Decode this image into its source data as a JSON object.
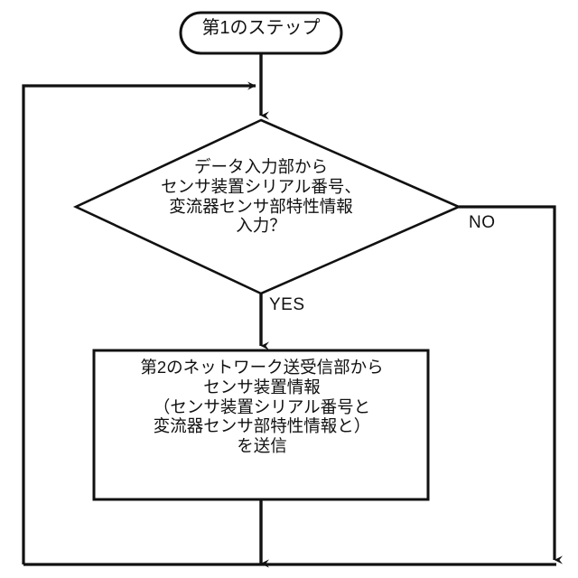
{
  "diagram": {
    "type": "flowchart",
    "background_color": "#ffffff",
    "line_color": "#111111",
    "text_color": "#111111",
    "nodes": {
      "terminal_start": {
        "shape": "stadium",
        "label": "第1のステップ"
      },
      "decision_input": {
        "shape": "diamond",
        "label": "データ入力部から\nセンサ装置シリアル番号、\n変流器センサ部特性情報\n入力？",
        "lines": [
          "データ入力部から",
          "センサ装置シリアル番号、",
          "変流器センサ部特性情報",
          "入力？"
        ]
      },
      "process_send": {
        "shape": "rectangle",
        "label": "第2のネットワーク送受信部から\nセンサ装置情報\n（センサ装置シリアル番号と\n変流器センサ部特性情報と）\nを送信",
        "lines": [
          "第2のネットワーク送受信部から",
          "センサ装置情報",
          "（センサ装置シリアル番号と",
          "変流器センサ部特性情報と）",
          "を送信"
        ]
      }
    },
    "edge_labels": {
      "yes": "YES",
      "no": "NO"
    }
  }
}
